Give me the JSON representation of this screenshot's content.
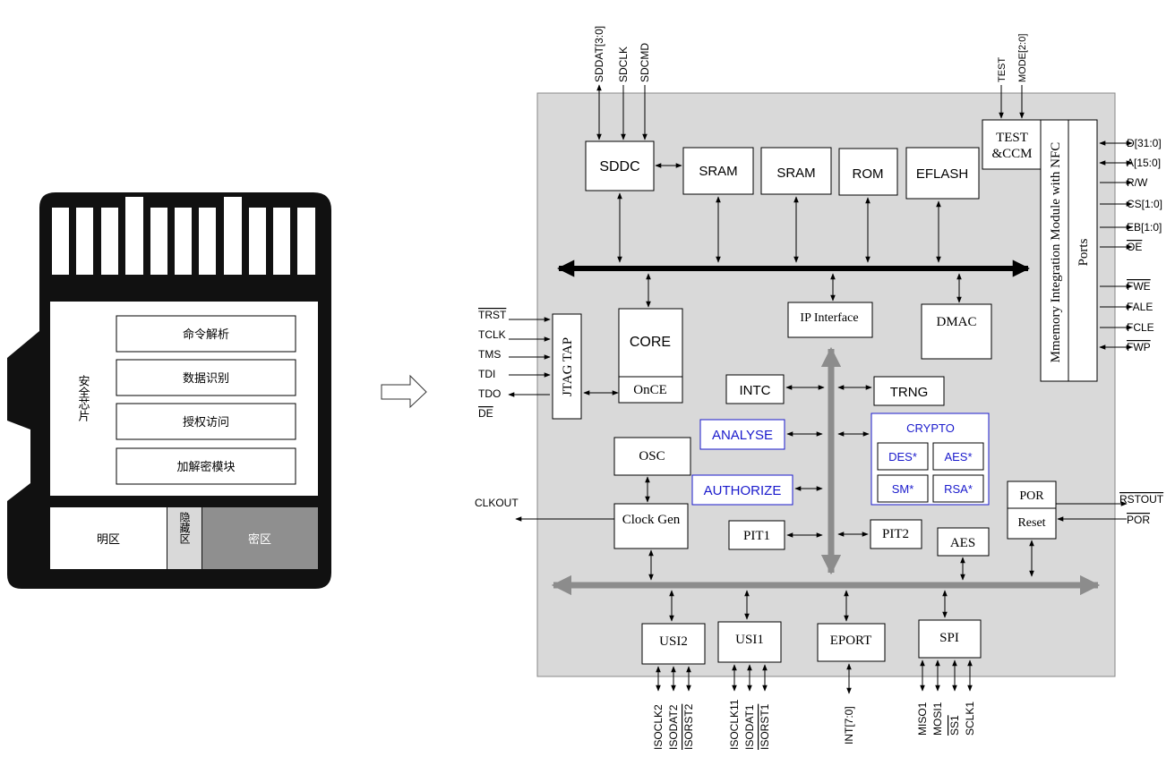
{
  "card": {
    "chip_label": "安全芯片",
    "functions": [
      "命令解析",
      "数据识别",
      "授权访问",
      "加解密模块"
    ],
    "zones": {
      "clear": "明区",
      "hidden": "隐藏区",
      "secret": "密区"
    }
  },
  "blocks": {
    "sddc": "SDDC",
    "sram1": "SRAM",
    "sram2": "SRAM",
    "rom": "ROM",
    "eflash": "EFLASH",
    "test_line1": "TEST",
    "test_line2": "&CCM",
    "mim": "Mmemory Integration Module with NFC",
    "ports": "Ports",
    "core": "CORE",
    "once": "OnCE",
    "jtag": "JTAG TAP",
    "ip": "IP Interface",
    "dmac": "DMAC",
    "intc": "INTC",
    "trng": "TRNG",
    "analyse": "ANALYSE",
    "authorize": "AUTHORIZE",
    "crypto": "CRYPTO",
    "des": "DES*",
    "aes_c": "AES*",
    "sm": "SM*",
    "rsa": "RSA*",
    "osc": "OSC",
    "clockgen": "Clock Gen",
    "pit1": "PIT1",
    "pit2": "PIT2",
    "aes": "AES",
    "por": "POR",
    "reset": "Reset",
    "usi2": "USI2",
    "usi1": "USI1",
    "eport": "EPORT",
    "spi": "SPI"
  },
  "signals": {
    "top": [
      "SDDAT[3:0]",
      "SDCLK",
      "SDCMD"
    ],
    "test": [
      "TEST",
      "MODE[2:0]"
    ],
    "right": [
      "D[31:0]",
      "A[15:0]",
      "R/W",
      "CS[1:0]",
      "EB[1:0]",
      "OE",
      "FWE",
      "FALE",
      "FCLE",
      "FWP"
    ],
    "jtag": [
      "TRST",
      "TCLK",
      "TMS",
      "TDI",
      "TDO",
      "DE"
    ],
    "clkout": "CLKOUT",
    "rst": [
      "RSTOUT",
      "POR"
    ],
    "usi2": [
      "ISOCLK2",
      "ISODAT2",
      "ISORST2"
    ],
    "usi1": [
      "ISOCLK11",
      "ISODAT1",
      "ISORST1"
    ],
    "eport": [
      "INT[7:0]"
    ],
    "spi": [
      "MISO1",
      "MOSI1",
      "SS1",
      "SCLK1"
    ]
  },
  "colors": {
    "chip_bg": "#d9d9d9",
    "bus_gray": "#8c8c8c",
    "highlight_blue": "#1a1acc",
    "secret_zone": "#8f8f8f"
  }
}
